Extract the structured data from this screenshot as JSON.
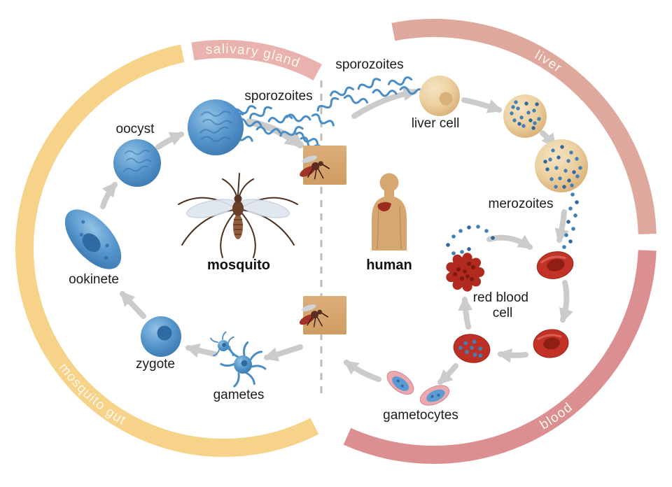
{
  "diagram": {
    "bands": {
      "salivary_gland": {
        "label": "salivary gland",
        "color": "#e9b2ae"
      },
      "liver": {
        "label": "liver",
        "color": "#dfa89c"
      },
      "blood": {
        "label": "blood",
        "color": "#dc8f91"
      },
      "mosquito_gut": {
        "label": "mosquito gut",
        "color": "#f7d289"
      }
    },
    "hosts": {
      "mosquito": "mosquito",
      "human": "human"
    },
    "stages": {
      "sporozoites_mosquito": "sporozoites",
      "sporozoites_human": "sporozoites",
      "oocyst": "oocyst",
      "ookinete": "ookinete",
      "zygote": "zygote",
      "gametes": "gametes",
      "liver_cell": "liver cell",
      "merozoites": "merozoites",
      "red_blood_cell": [
        "red blood",
        "cell"
      ],
      "gametocytes": "gametocytes"
    },
    "colors": {
      "parasite_blue": "#4a8cc4",
      "parasite_blue_dark": "#2f6aa0",
      "liver_cell_tan": "#e8c795",
      "red_blood_cell_red": "#bd3026",
      "skin_tan": "#d7a771",
      "arrow_gray": "#cbcbcb",
      "divider_gray": "#bdbdbd",
      "background": "#ffffff"
    }
  }
}
